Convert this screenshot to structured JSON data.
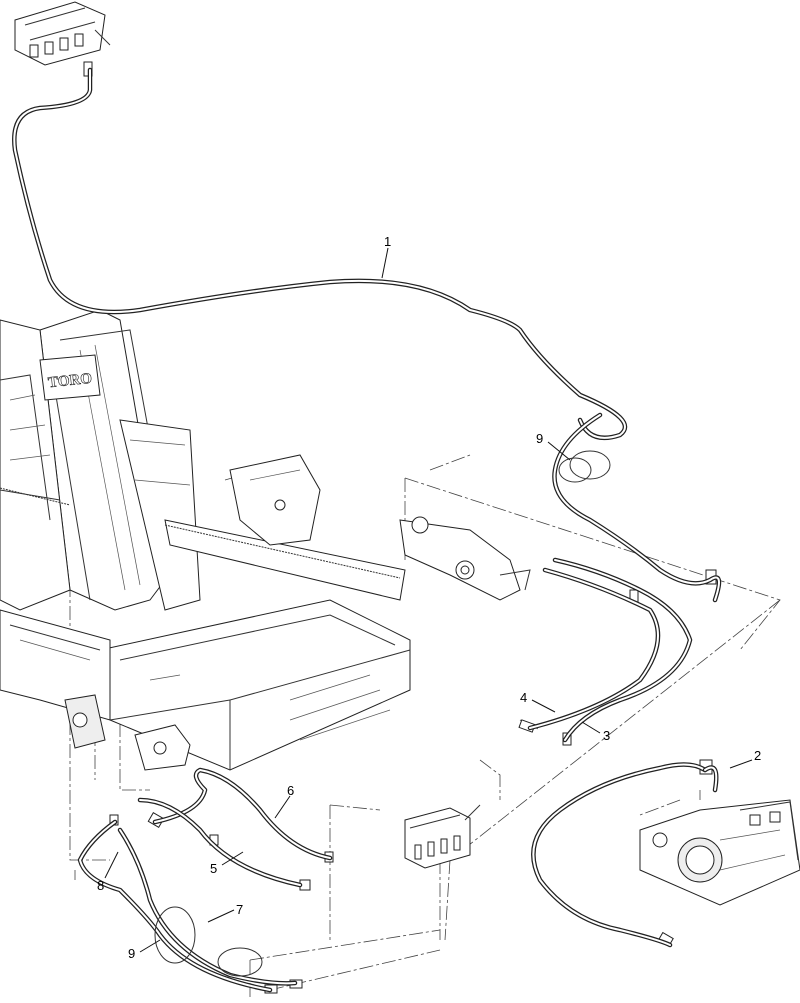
{
  "diagram": {
    "logo": "TORO",
    "callouts": [
      {
        "id": "c1",
        "label": "1"
      },
      {
        "id": "c2",
        "label": "2"
      },
      {
        "id": "c3",
        "label": "3"
      },
      {
        "id": "c4",
        "label": "4"
      },
      {
        "id": "c5",
        "label": "5"
      },
      {
        "id": "c6",
        "label": "6"
      },
      {
        "id": "c7",
        "label": "7"
      },
      {
        "id": "c8",
        "label": "8"
      },
      {
        "id": "c9a",
        "label": "9"
      },
      {
        "id": "c9b",
        "label": "9"
      }
    ]
  }
}
